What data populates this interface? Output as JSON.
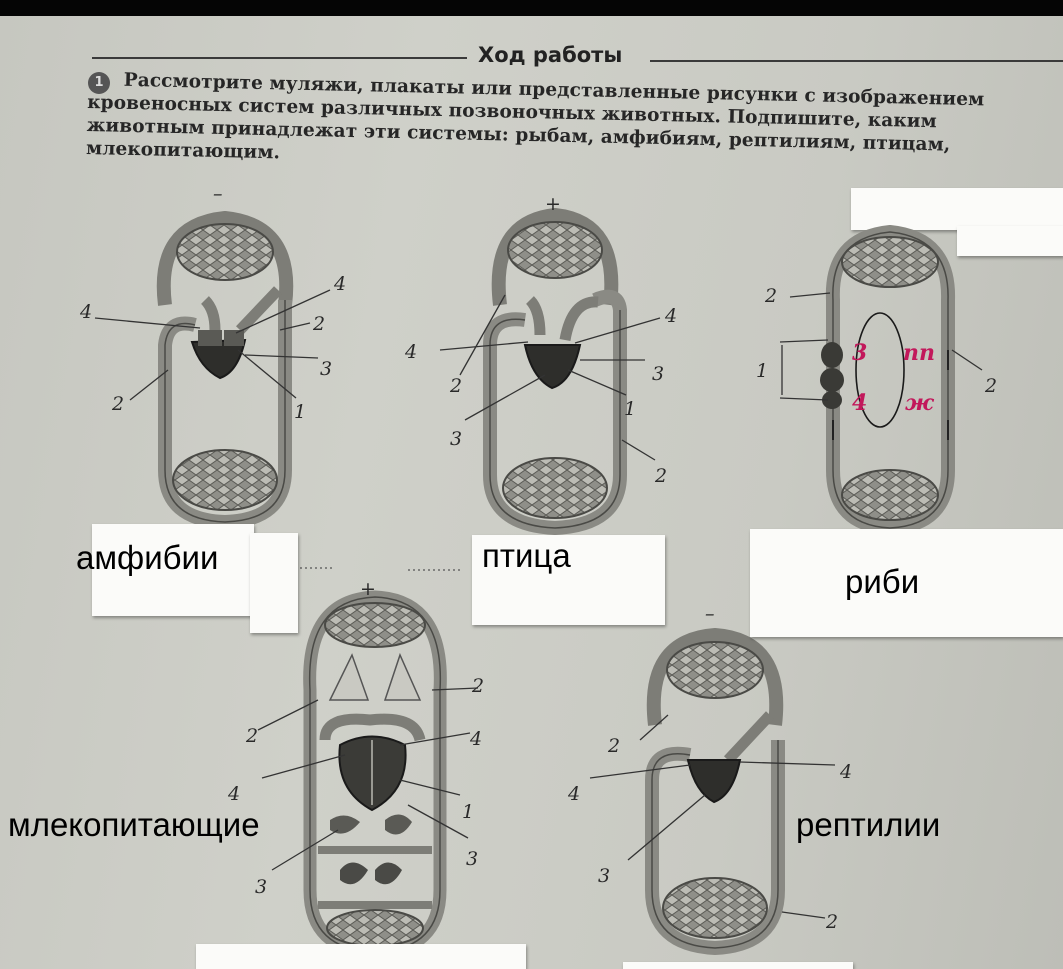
{
  "header": {
    "title": "Ход работы"
  },
  "task": {
    "number": "1",
    "text": "Рассмотрите муляжи, плакаты или представленные рисунки с изображением кровеносных систем различных позвоночных животных. Подпишите, каким животным принадлежат эти системы: рыбам, амфибиям, рептилиям, птицам, млекопитающим."
  },
  "diagrams": {
    "amphibian": {
      "labels": [
        "4",
        "4",
        "2",
        "3",
        "2",
        "1"
      ],
      "top_mark": "–"
    },
    "bird": {
      "labels": [
        "+",
        "4",
        "4",
        "2",
        "3",
        "3",
        "1",
        "2"
      ]
    },
    "fish": {
      "labels": [
        "2",
        "1",
        "2",
        "3",
        "4"
      ],
      "red_labels": [
        "пп",
        "ж"
      ]
    },
    "mammal": {
      "labels": [
        "+",
        "2",
        "2",
        "4",
        "4",
        "1",
        "3",
        "3"
      ]
    },
    "reptile": {
      "labels": [
        "–",
        "2",
        "4",
        "4",
        "3",
        "2"
      ]
    }
  },
  "captions": {
    "amphibian": "амфибии",
    "bird": "птица",
    "fish": "риби",
    "mammal": "млекопитающие",
    "reptile": "рептилии"
  },
  "colors": {
    "paper": "#cbccc5",
    "ink": "#2b2b2b",
    "vessel": "#8a8a84",
    "card": "#fbfbf9",
    "red_ink": "#c2185b"
  }
}
